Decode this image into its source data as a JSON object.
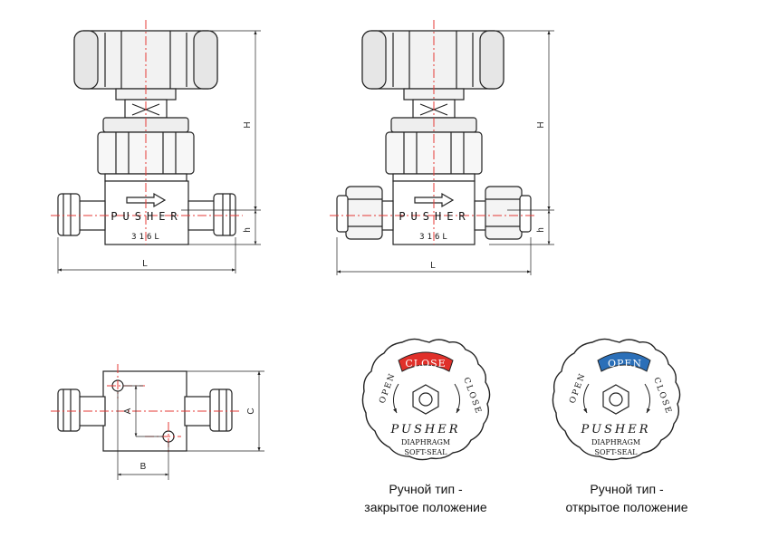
{
  "dimensions": {
    "height": "H",
    "small_height": "h",
    "length": "L",
    "hole_a": "A",
    "hole_b": "B",
    "width_c": "C"
  },
  "body_marks": {
    "brand": "PUSHER",
    "material": "316L"
  },
  "knob_labels": {
    "closed_badge": "CLOSE",
    "open_badge": "OPEN",
    "left_arc": "OPEN",
    "right_arc": "CLOSE",
    "brand": "PUSHER",
    "line1": "DIAPHRAGM",
    "line2": "SOFT-SEAL"
  },
  "captions": {
    "closed_line1": "Ручной тип -",
    "closed_line2": "закрытое положение",
    "open_line1": "Ручной тип -",
    "open_line2": "открытое положение"
  },
  "colors": {
    "close_badge": "#e0302a",
    "open_badge": "#2b6fb8",
    "centerline": "#e53935"
  }
}
